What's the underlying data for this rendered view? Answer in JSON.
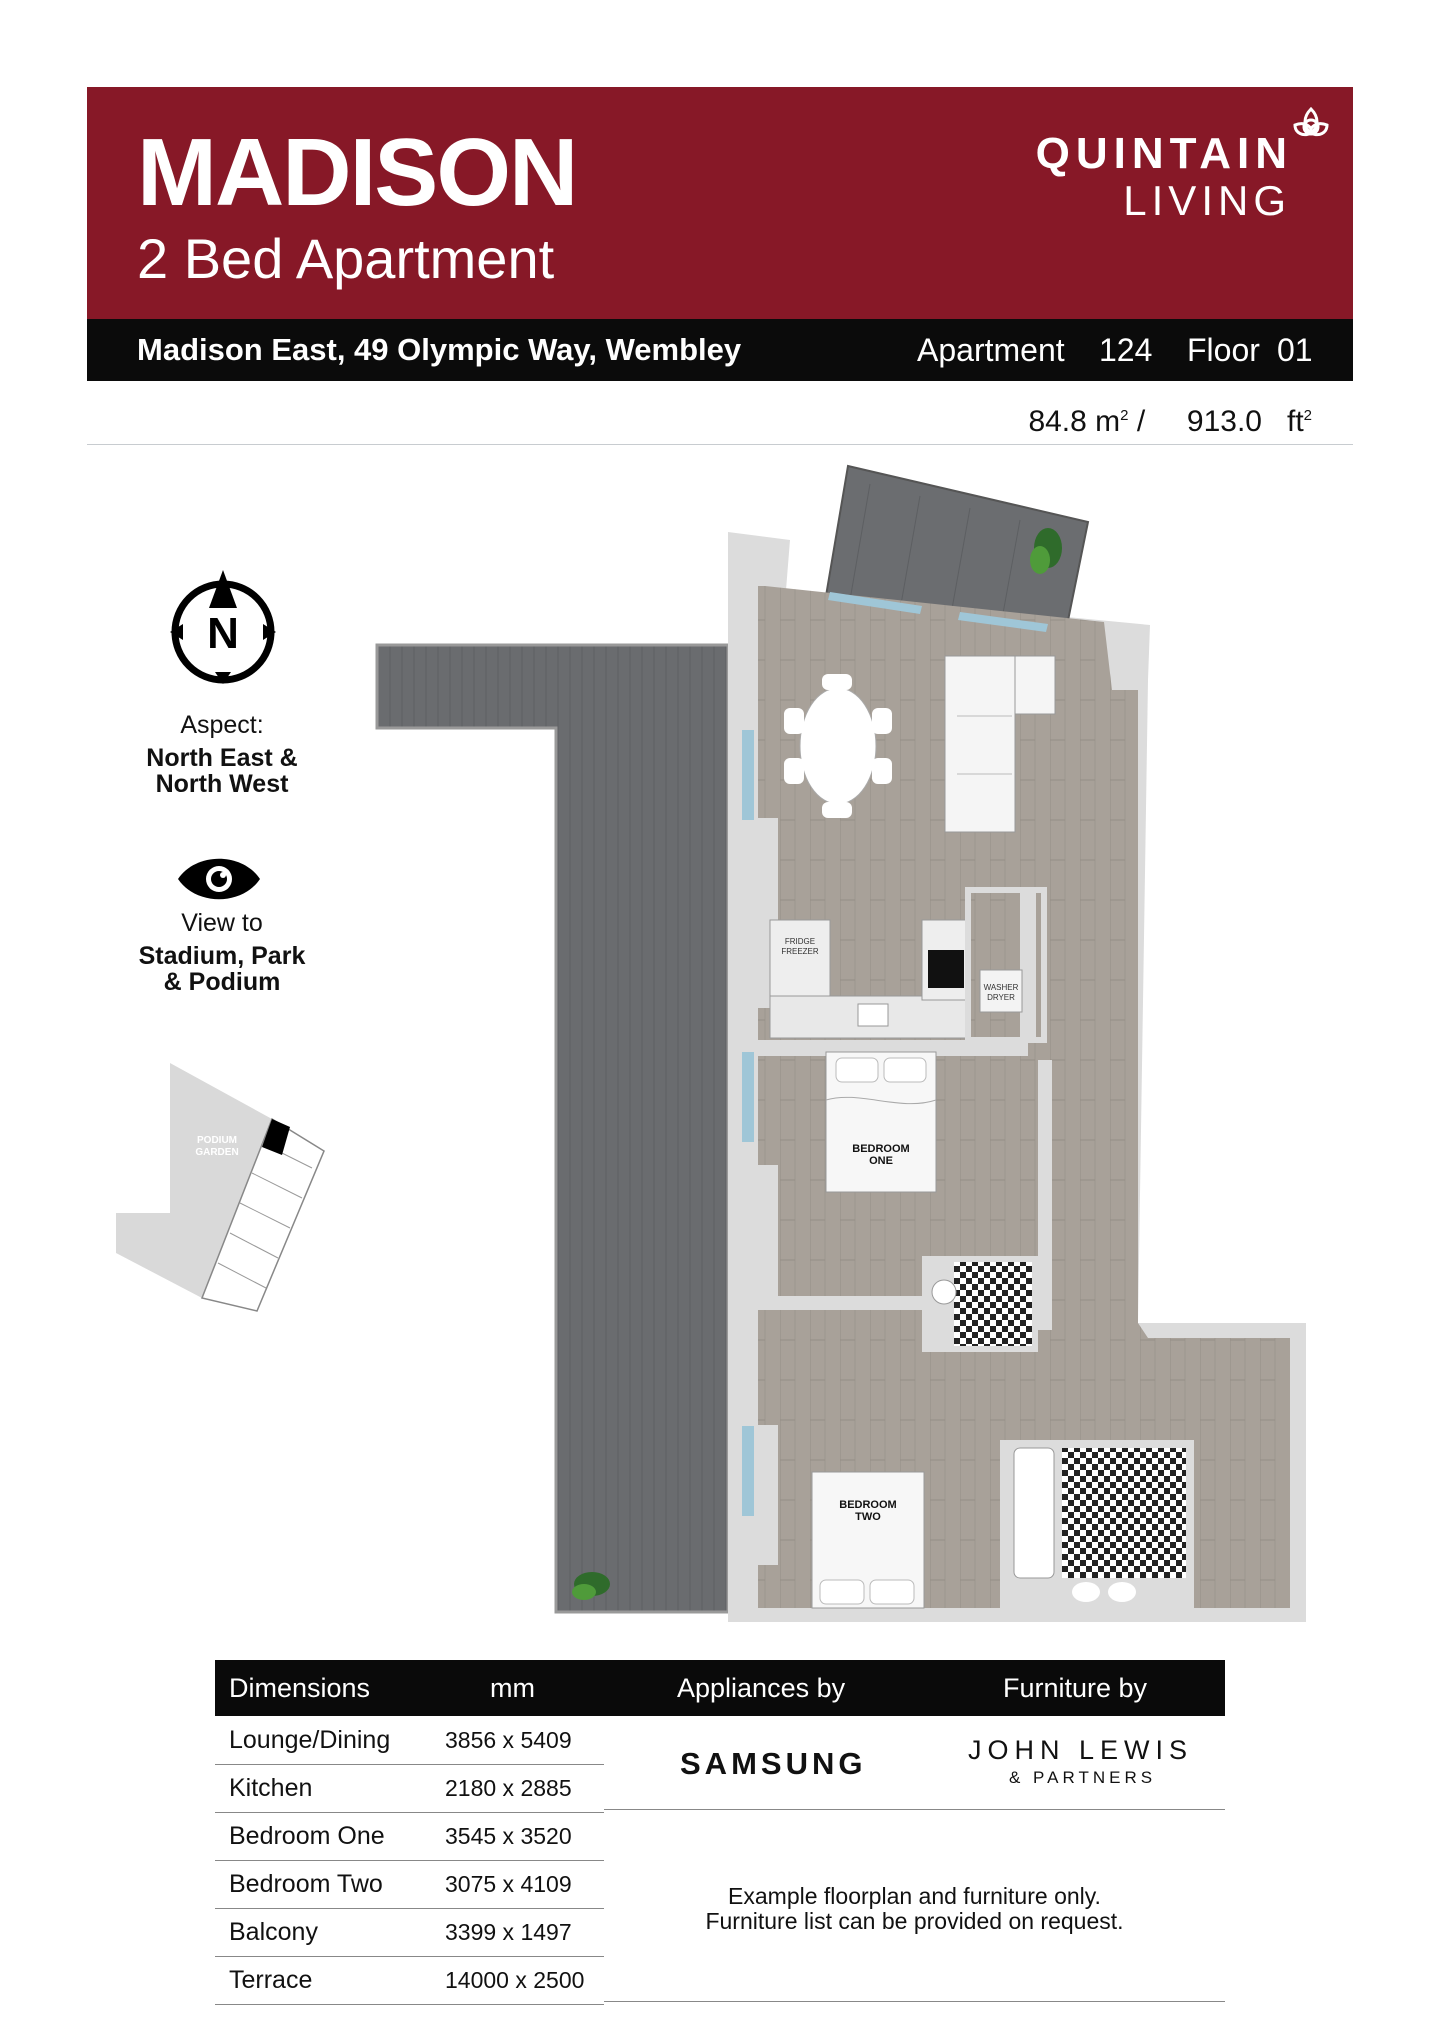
{
  "header": {
    "title": "MADISON",
    "subtitle": "2 Bed Apartment",
    "brand_line1": "QUINTAIN",
    "brand_line2": "LIVING"
  },
  "info_bar": {
    "address": "Madison East, 49 Olympic Way, Wembley",
    "apartment_label": "Apartment",
    "apartment_number": "124",
    "floor_label": "Floor",
    "floor_number": "01"
  },
  "area": {
    "sqm": "84.8",
    "sqm_unit": "m",
    "separator": "/",
    "sqft": "913.0",
    "sqft_unit": "ft",
    "exponent": "2"
  },
  "compass": {
    "letter": "N"
  },
  "aspect": {
    "label": "Aspect:",
    "line1": "North East &",
    "line2": "North West"
  },
  "view": {
    "label": "View to",
    "line1": "Stadium, Park",
    "line2": "& Podium"
  },
  "site_plan": {
    "label_line1": "PODIUM",
    "label_line2": "GARDEN"
  },
  "floorplan": {
    "bedroom_one": [
      "BEDROOM",
      "ONE"
    ],
    "bedroom_two": [
      "BEDROOM",
      "TWO"
    ],
    "fridge": [
      "FRIDGE",
      "FREEZER"
    ],
    "washer": [
      "WASHER",
      "DRYER"
    ]
  },
  "table": {
    "headers": [
      "Dimensions",
      "mm",
      "Appliances by",
      "Furniture by"
    ],
    "rows": [
      [
        "Lounge/Dining",
        "3856 x 5409"
      ],
      [
        "Kitchen",
        "2180 x 2885"
      ],
      [
        "Bedroom One",
        "3545 x 3520"
      ],
      [
        "Bedroom Two",
        "3075 x 4109"
      ],
      [
        "Balcony",
        "3399 x 1497"
      ],
      [
        "Terrace",
        "14000 x 2500"
      ]
    ],
    "appliances_brand": "SAMSUNG",
    "furniture_brand_line1": "JOHN LEWIS",
    "furniture_brand_line2": "& PARTNERS"
  },
  "notes": {
    "line1": "Example floorplan and furniture only.",
    "line2": "Furniture list can be provided on request."
  },
  "colors": {
    "header_bg": "#871827",
    "bar_bg": "#0b0b0b",
    "floor": "#a9a29b",
    "terrace": "#6b6d70",
    "wall": "#dcdcdc"
  }
}
